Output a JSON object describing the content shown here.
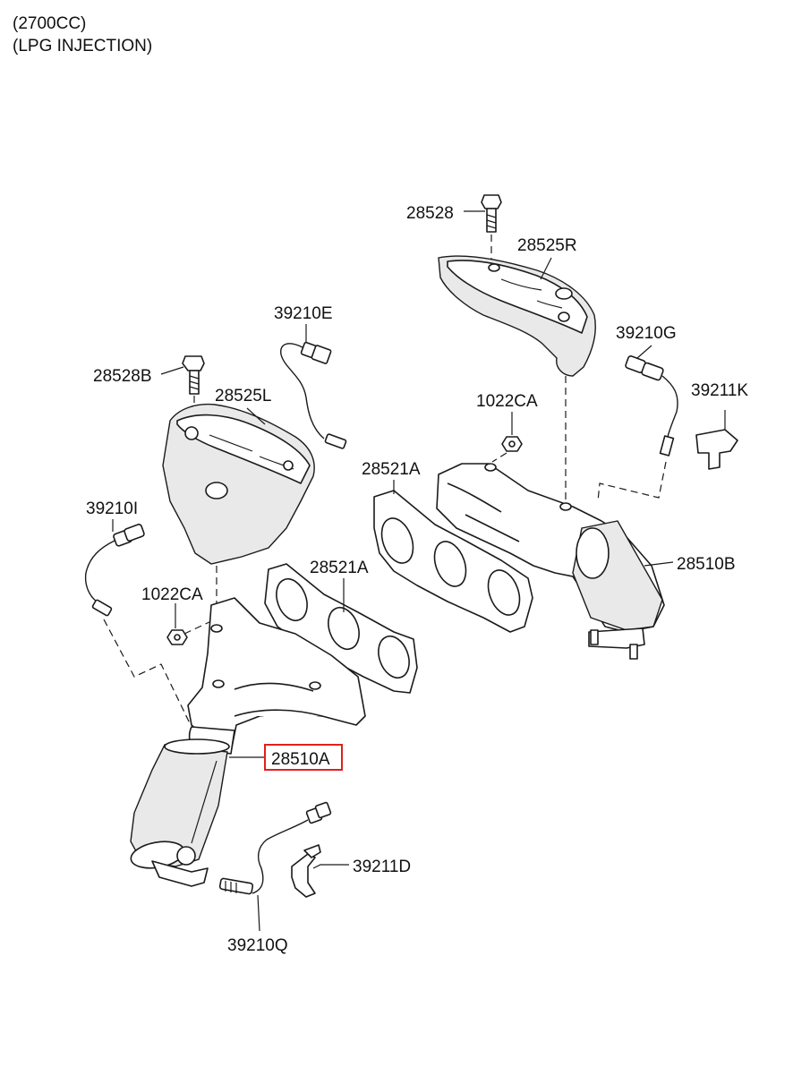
{
  "header": {
    "line1": "(2700CC)",
    "line2": "(LPG INJECTION)"
  },
  "labels": {
    "p28528": "28528",
    "p28525R": "28525R",
    "p39210E": "39210E",
    "p39210G": "39210G",
    "p28528B": "28528B",
    "p28525L": "28525L",
    "p1022CA_upper": "1022CA",
    "p39211K": "39211K",
    "p28521A_upper": "28521A",
    "p39210I": "39210I",
    "p28510B": "28510B",
    "p28521A_lower": "28521A",
    "p1022CA_lower": "1022CA",
    "p28510A": "28510A",
    "p39211D": "39211D",
    "p39210Q": "39210Q"
  },
  "highlight": {
    "part": "28510A",
    "color": "#e0201c"
  }
}
